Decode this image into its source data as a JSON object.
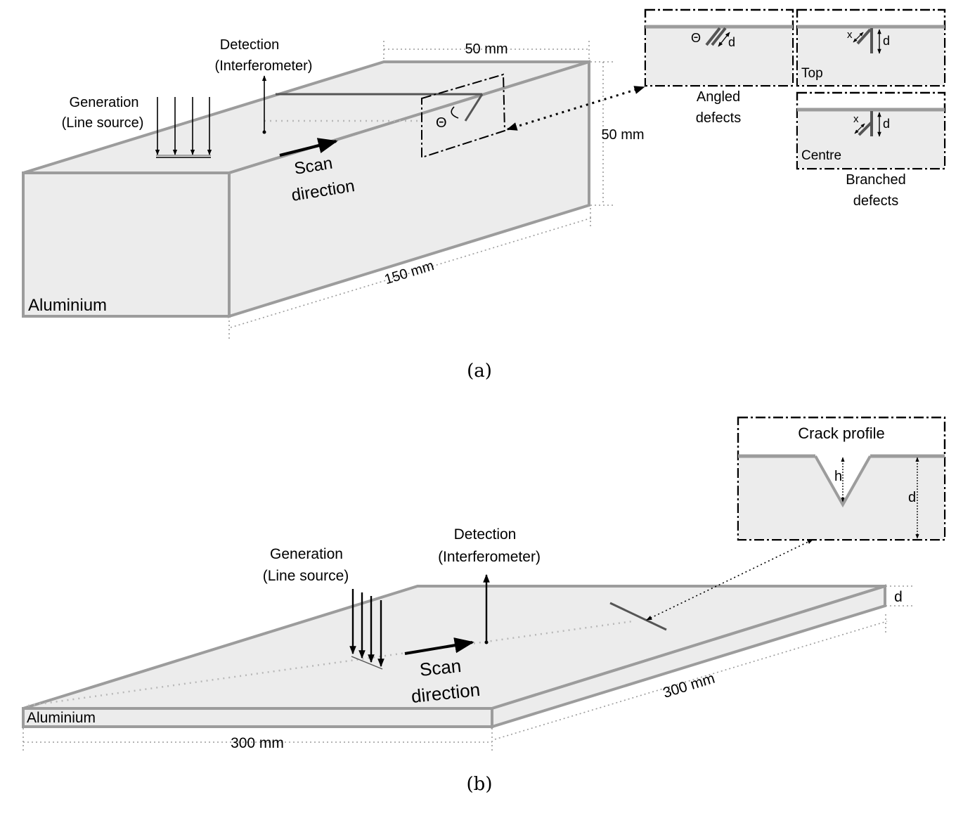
{
  "panel_a": {
    "caption": "(a)",
    "material_label": "Aluminium",
    "generation_label_1": "Generation",
    "generation_label_2": "(Line source)",
    "detection_label_1": "Detection",
    "detection_label_2": "(Interferometer)",
    "scan_label_1": "Scan",
    "scan_label_2": "direction",
    "theta_label": "Θ",
    "dim_width": "50 mm",
    "dim_height": "50 mm",
    "dim_length": "150 mm",
    "angled": {
      "theta": "Θ",
      "d": "d",
      "caption_1": "Angled",
      "caption_2": "defects"
    },
    "branched": {
      "top_label": "Top",
      "centre_label": "Centre",
      "x": "x",
      "d": "d",
      "caption_1": "Branched",
      "caption_2": "defects"
    }
  },
  "panel_b": {
    "caption": "(b)",
    "material_label": "Aluminium",
    "generation_label_1": "Generation",
    "generation_label_2": "(Line source)",
    "detection_label_1": "Detection",
    "detection_label_2": "(Interferometer)",
    "scan_label_1": "Scan",
    "scan_label_2": "direction",
    "dim_width": "300 mm",
    "dim_length": "300 mm",
    "dim_thickness": "d",
    "crack_profile": {
      "title": "Crack profile",
      "h": "h",
      "d": "d"
    }
  }
}
